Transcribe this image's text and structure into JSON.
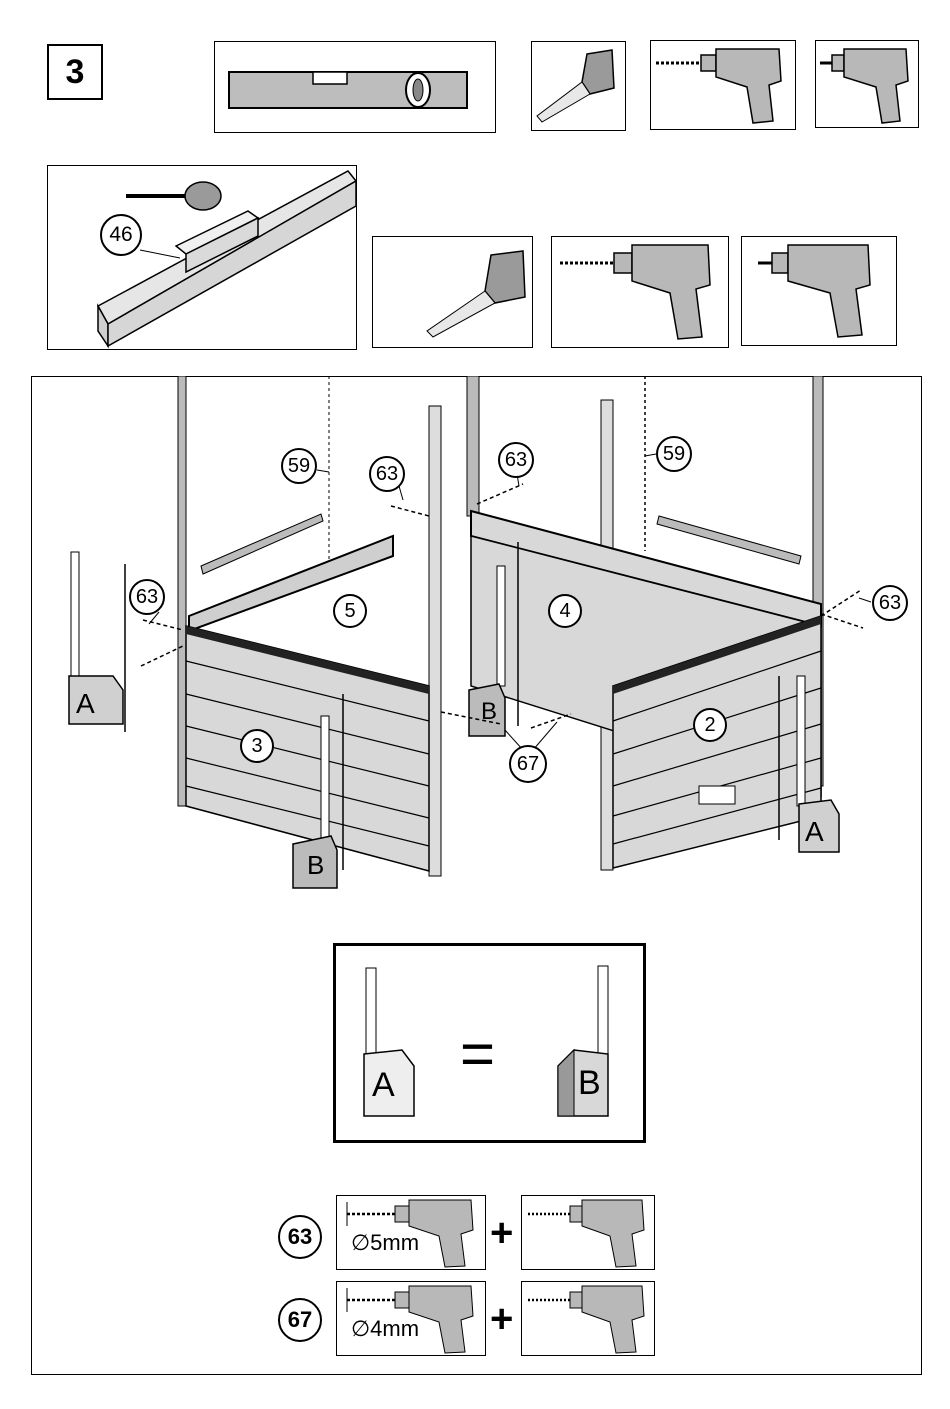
{
  "step_number": "3",
  "part_labels": {
    "p46": "46",
    "p59a": "59",
    "p59b": "59",
    "p63a": "63",
    "p63b": "63",
    "p63c": "63",
    "p63d": "63",
    "p5": "5",
    "p4": "4",
    "p3": "3",
    "p2": "2",
    "p67": "67"
  },
  "markers": {
    "a_left": "A",
    "a_right": "A",
    "b_left": "B",
    "b_right": "B"
  },
  "legend": {
    "left": "A",
    "equals": "=",
    "right": "B"
  },
  "drill_specs": [
    {
      "part": "63",
      "diameter": "∅5mm",
      "plus": "+"
    },
    {
      "part": "67",
      "diameter": "∅4mm",
      "plus": "+"
    }
  ],
  "icons": [
    "spirit-level-icon",
    "tape-measure-icon",
    "drill-icon",
    "screwdriver-icon",
    "mallet-icon"
  ],
  "colors": {
    "panel": "#d8d8d8",
    "panel_dark": "#9a9a9a",
    "tool": "#b8b8b8",
    "line": "#000000"
  }
}
